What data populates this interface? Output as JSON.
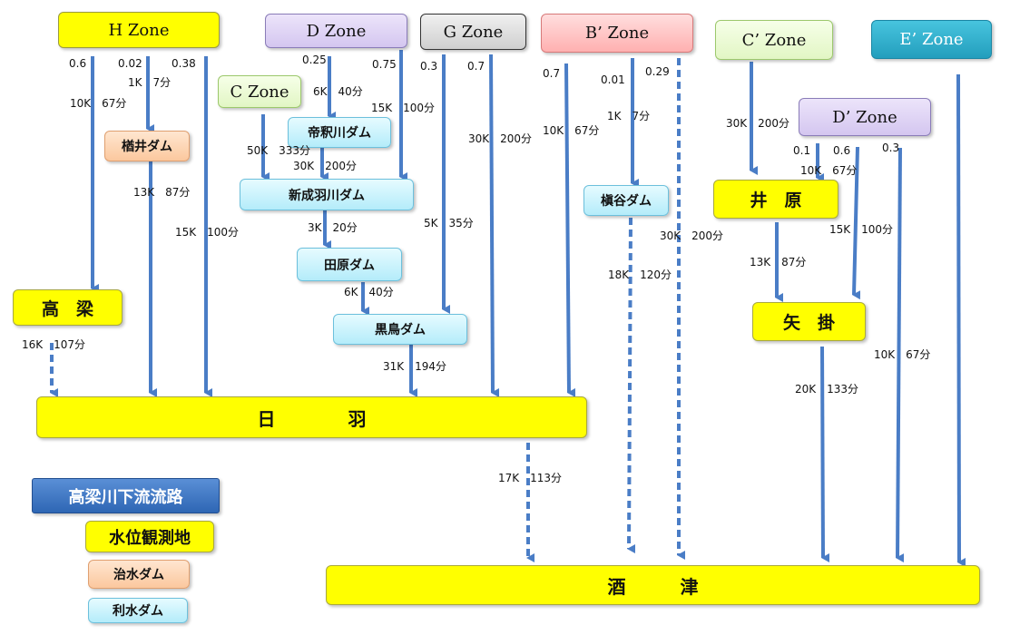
{
  "zones": {
    "h": "H Zone",
    "d": "D Zone",
    "g": "G Zone",
    "b_prime": "B’ Zone",
    "c_prime": "C’ Zone",
    "e_prime": "E’ Zone",
    "c": "C Zone",
    "d_prime": "D’ Zone"
  },
  "stations": {
    "takahashi": "高　梁",
    "hiwa": "日　　　　羽",
    "ibara": "井　原",
    "yakake": "矢　掛",
    "sakazu": "酒　　　津"
  },
  "dams": {
    "narai": "楢井ダム",
    "taishakugawa": "帝釈川ダム",
    "shinnariwagawa": "新成羽川ダム",
    "tabara": "田原ダム",
    "kuroshima": "黒鳥ダム",
    "kunugi": "槇谷ダム"
  },
  "legend": {
    "title": "高梁川下流流路",
    "station": "水位観測地",
    "control_dam": "治水ダム",
    "water_use_dam": "利水ダム"
  },
  "flow_labels": {
    "h_left_share": "0.6",
    "h_mid_share": "0.02",
    "h_right_share": "0.38",
    "h_narai": "1K　7分",
    "h_takahashi": "10K　67分",
    "narai_hiwa": "13K　87分",
    "h_hiwa": "15K　100分",
    "takahashi_hiwa": "16K　107分",
    "d_left_share": "0.25",
    "d_right_share": "0.75",
    "d_taishaku": "6K　40分",
    "d_shinnariwa": "15K　100分",
    "c_shinnariwa": "50K　333分",
    "taishaku_shinnariwa": "30K　200分",
    "shinnariwa_tabara": "3K　20分",
    "tabara_kuroshima": "6K　40分",
    "kuroshima_hiwa": "31K　194分",
    "g_left_share": "0.3",
    "g_right_share": "0.7",
    "g_kuroshima": "5K　35分",
    "g_hiwa": "30K　200分",
    "b_left_share": "0.7",
    "b_mid_share": "0.01",
    "b_right_share": "0.29",
    "b_hiwa": "10K　67分",
    "b_kunugi": "1K　7分",
    "kunugi_sakazu": "18K　120分",
    "b_sakazu": "30K　200分",
    "hiwa_sakazu": "17K　113分",
    "cprime_ibara": "30K　200分",
    "dprime_left_share": "0.1",
    "dprime_mid_share": "0.6",
    "dprime_right_share": "0.3",
    "dprime_ibara": "10K　67分",
    "dprime_yakake": "15K　100分",
    "ibara_yakake": "13K　87分",
    "yakake_sakazu": "20K　133分",
    "dprime_sakazu": "10K　67分"
  }
}
